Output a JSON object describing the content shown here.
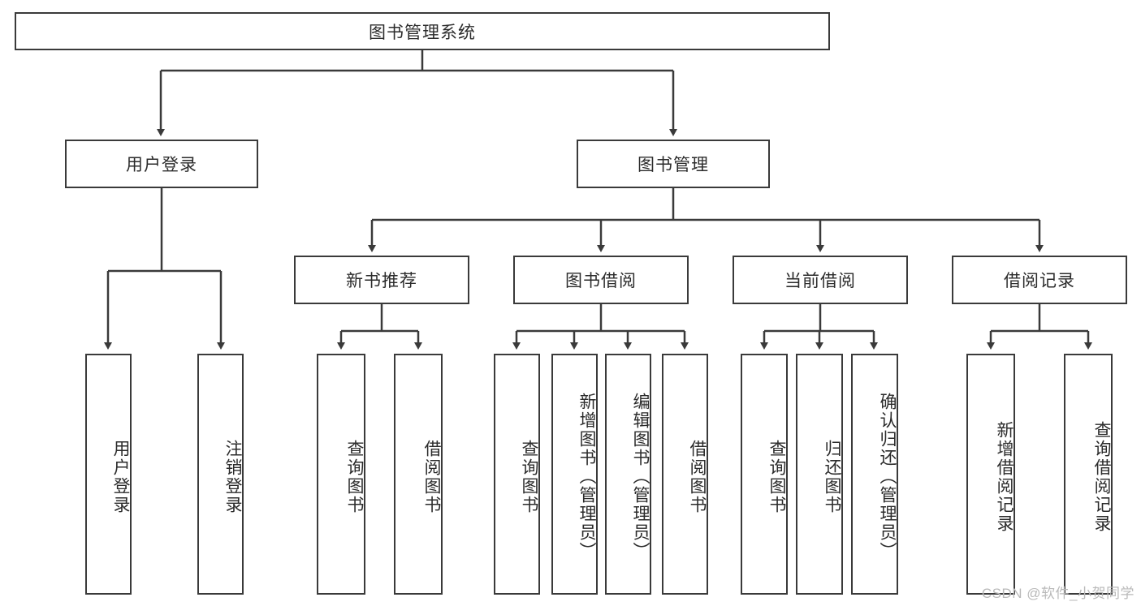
{
  "diagram": {
    "type": "tree",
    "title_node": {
      "label": "图书管理系统"
    },
    "level2": [
      {
        "label": "用户登录"
      },
      {
        "label": "图书管理"
      }
    ],
    "level3": [
      {
        "label": "新书推荐"
      },
      {
        "label": "图书借阅"
      },
      {
        "label": "当前借阅"
      },
      {
        "label": "借阅记录"
      }
    ],
    "leaves": {
      "user_login": [
        {
          "label": "用户登录"
        },
        {
          "label": "注销登录"
        }
      ],
      "new_book_recommend": [
        {
          "label": "查询图书"
        },
        {
          "label": "借阅图书"
        }
      ],
      "book_borrow": [
        {
          "label": "查询图书"
        },
        {
          "label": "新增图书（管理员）"
        },
        {
          "label": "编辑图书（管理员）"
        },
        {
          "label": "借阅图书"
        }
      ],
      "current_borrow": [
        {
          "label": "查询图书"
        },
        {
          "label": "归还图书"
        },
        {
          "label": "确认归还（管理员）"
        }
      ],
      "borrow_record": [
        {
          "label": "新增借阅记录"
        },
        {
          "label": "查询借阅记录"
        }
      ]
    }
  },
  "watermark": {
    "text": "CSDN @软件_小贺同学"
  },
  "colors": {
    "stroke": "#3a3a3a",
    "background": "#ffffff",
    "text": "#2b2b2b",
    "watermark": "#b9b9b9"
  }
}
